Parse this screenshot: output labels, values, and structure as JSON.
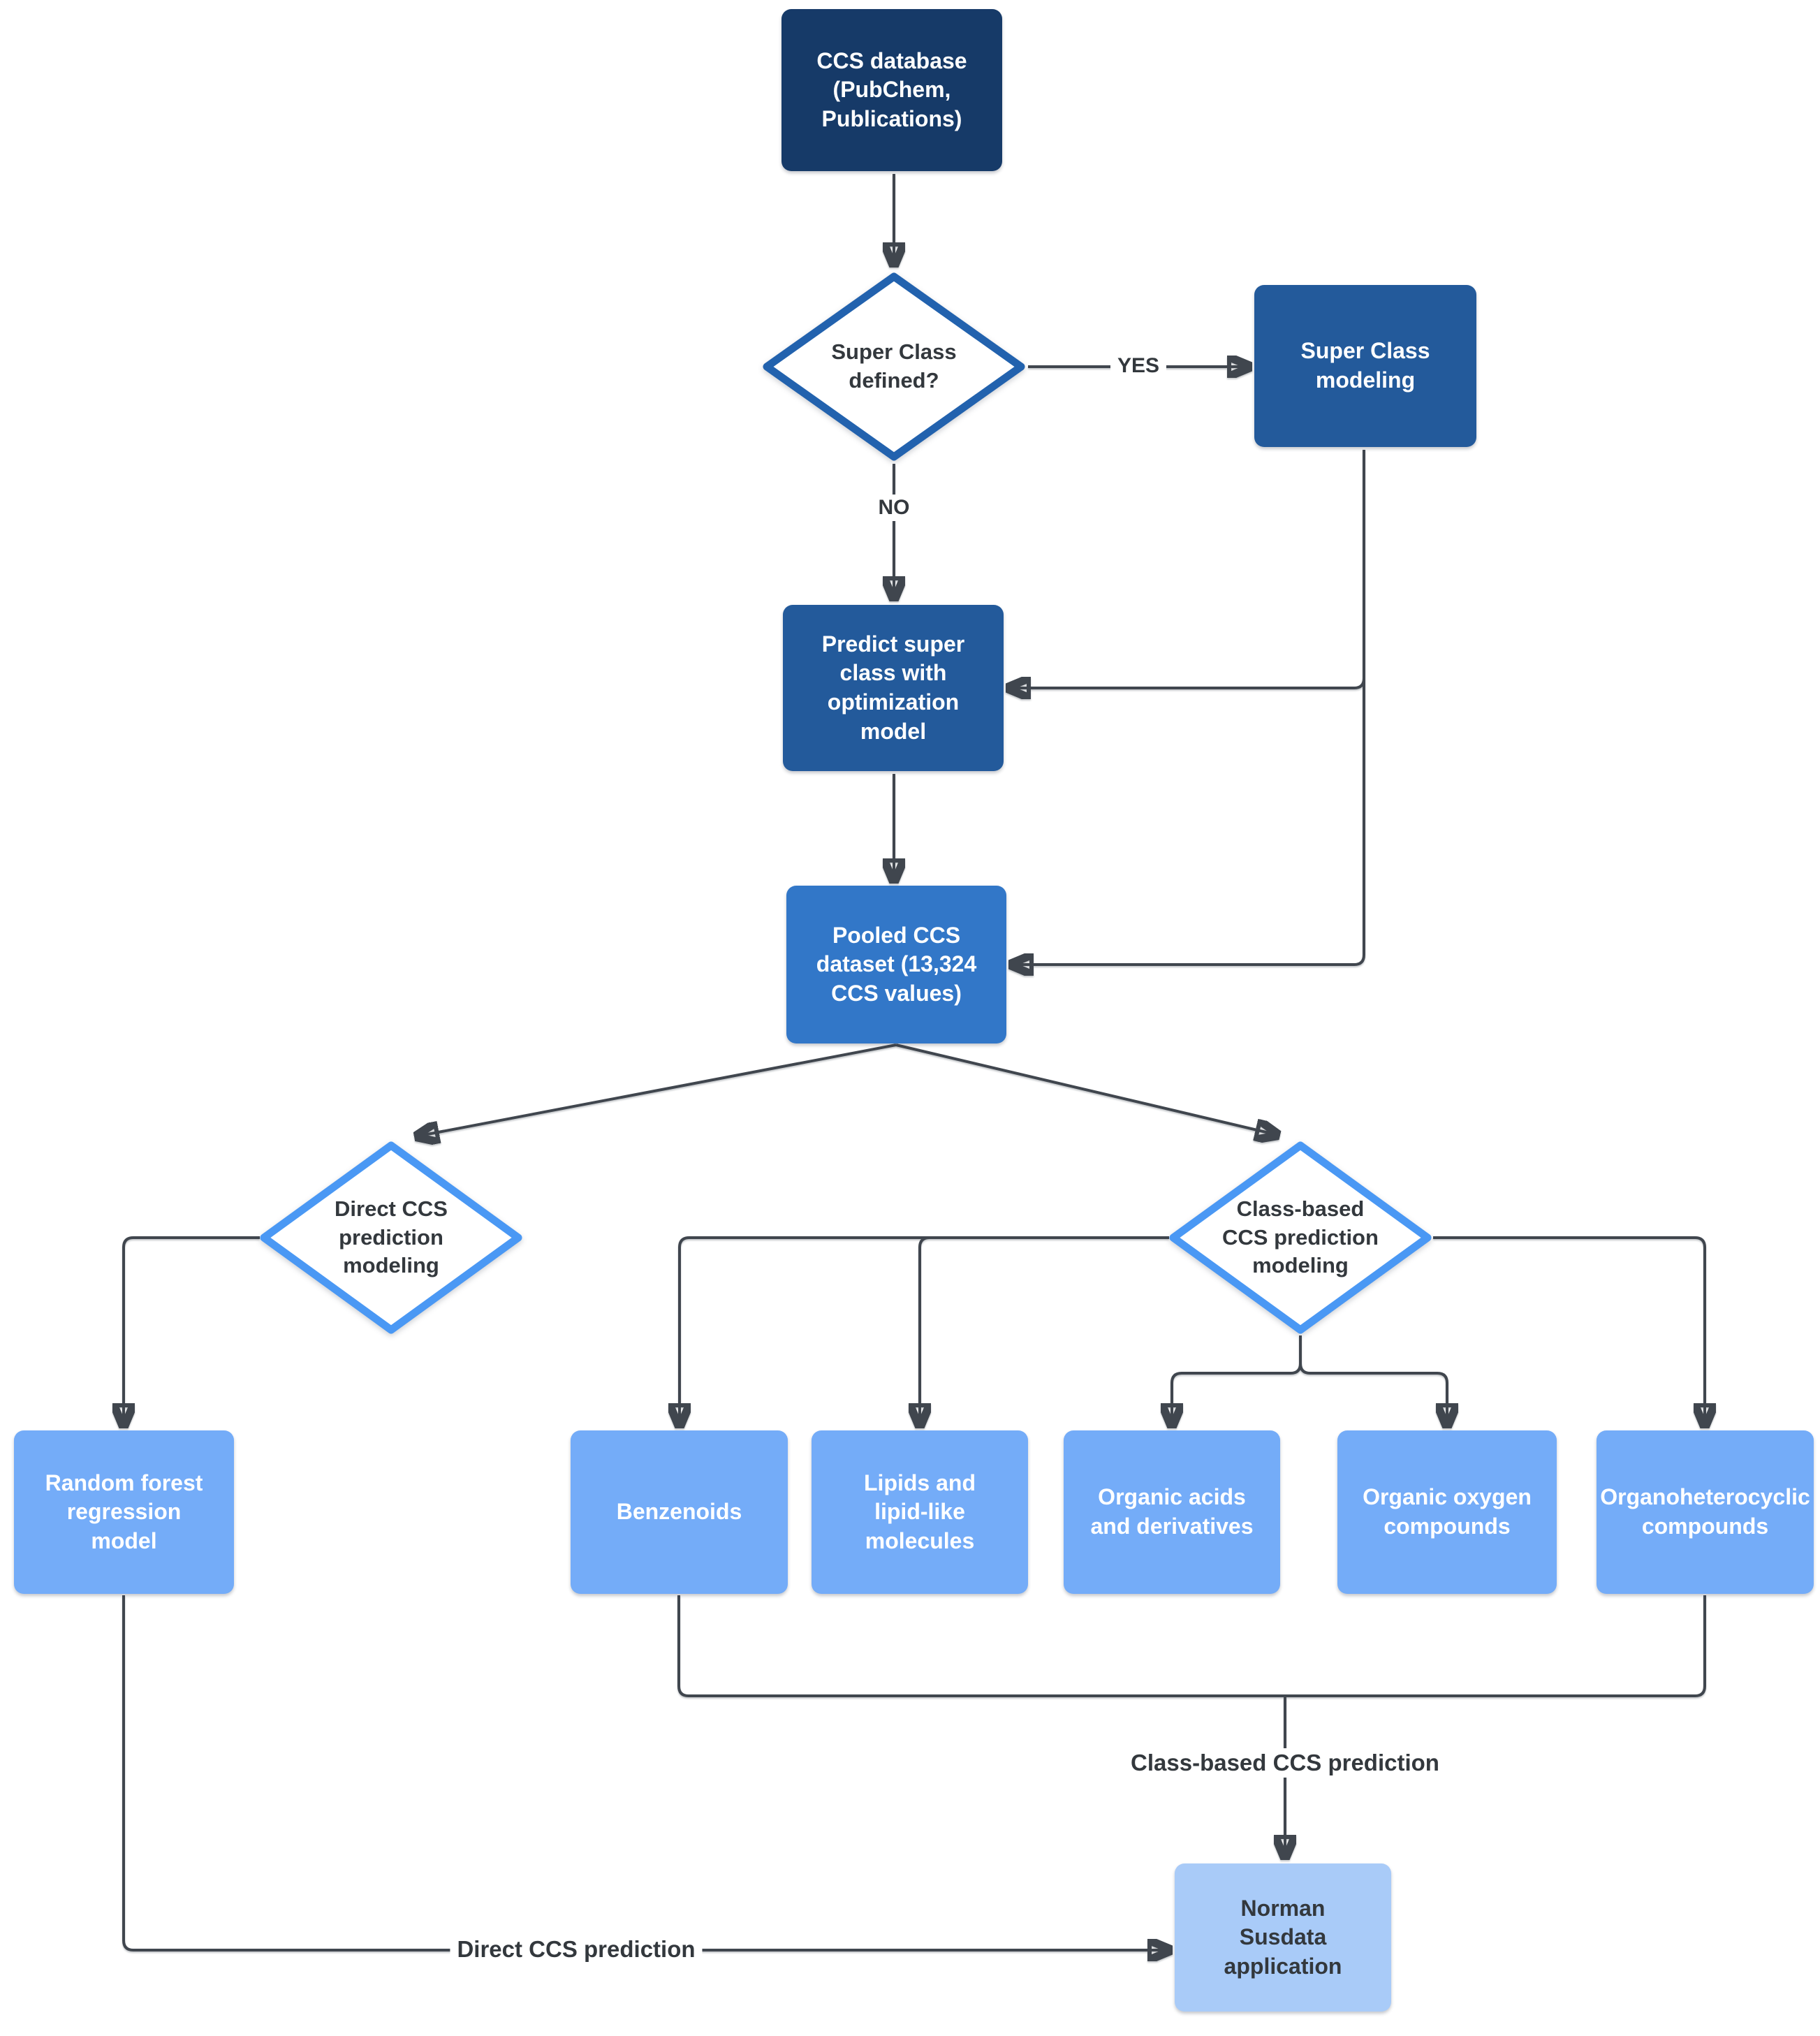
{
  "colors": {
    "navy": "#163a68",
    "medium_blue": "#235a9b",
    "bright_blue": "#3277c8",
    "light_blue": "#74acf8",
    "pale_blue": "#a9cbf8",
    "decision_dark_border": "#2262ae",
    "decision_light_border": "#4a98f4",
    "connector": "#40464e",
    "dark_text": "#33383d",
    "white_text": "#ffffff"
  },
  "nodes": {
    "ccs_database": "CCS database (PubChem, Publications)",
    "super_class_defined": "Super Class defined?",
    "super_class_modeling": "Super Class modeling",
    "predict_super_class": "Predict super class with optimization model",
    "pooled_dataset": "Pooled CCS dataset (13,324 CCS values)",
    "direct_modeling": "Direct CCS prediction modeling",
    "class_based_modeling": "Class-based CCS prediction modeling",
    "random_forest": "Random forest regression model",
    "benzenoids": "Benzenoids",
    "lipids": "Lipids and lipid-like molecules",
    "organic_acids": "Organic acids and derivatives",
    "organic_oxygen": "Organic oxygen compounds",
    "organoheterocyclic": "Organoheterocyclic compounds",
    "norman": "Norman Susdata application"
  },
  "edge_labels": {
    "yes": "YES",
    "no": "NO",
    "class_based": "Class-based CCS prediction",
    "direct": "Direct CCS prediction"
  }
}
